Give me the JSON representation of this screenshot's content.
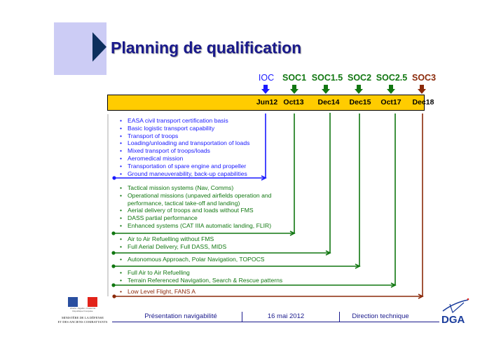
{
  "title": "Planning de qualification",
  "milestones": [
    {
      "label": "IOC",
      "date": "Jun12",
      "color": "#1a1aff"
    },
    {
      "label": "SOC1",
      "date": "Oct13",
      "color": "#117711"
    },
    {
      "label": "SOC1.5",
      "date": "Dec14",
      "color": "#117711"
    },
    {
      "label": "SOC2",
      "date": "Dec15",
      "color": "#117711"
    },
    {
      "label": "SOC2.5",
      "date": "Oct17",
      "color": "#117711"
    },
    {
      "label": "SOC3",
      "date": "Dec18",
      "color": "#8b2a0a"
    }
  ],
  "groups": [
    {
      "milestone": "IOC",
      "items": [
        "EASA civil transport certification basis",
        "Basic logistic transport capability",
        "Transport of troops",
        "Loading/unloading and transportation of loads",
        "Mixed transport of troops/loads",
        "Aeromedical mission",
        "Transportation of spare engine and propeller",
        "Ground maneuverability, back-up capabilities"
      ]
    },
    {
      "milestone": "SOC1",
      "items": [
        "Tactical mission systems (Nav, Comms)",
        "Operational missions (unpaved airfields operation and",
        "performance, tactical take-off and landing)",
        "Aerial delivery of troops and loads without FMS",
        "DASS partial performance",
        "Enhanced systems (CAT IIIA automatic landing, FLIR)"
      ]
    },
    {
      "milestone": "SOC1.5",
      "items": [
        "Air to Air Refuelling without FMS",
        "Full Aerial Delivery, Full DASS, MIDS"
      ]
    },
    {
      "milestone": "SOC2",
      "items": [
        "Autonomous Approach, Polar Navigation, TOPOCS"
      ]
    },
    {
      "milestone": "SOC2.5",
      "items": [
        "Full Air to Air Refuelling",
        "Terrain Referenced Navigation, Search & Rescue patterns"
      ]
    },
    {
      "milestone": "SOC3",
      "items": [
        "Low Level Flight, FANS A"
      ]
    }
  ],
  "footer": {
    "presentation": "Présentation navigabilité",
    "date": "16 mai 2012",
    "direction": "Direction technique",
    "ministry_motto": "Liberté • Égalité • Fraternité",
    "ministry_republic": "République Française",
    "ministry_name_1": "MINISTÈRE DE LA DÉFENSE",
    "ministry_name_2": "ET DES ANCIENS COMBATTANTS",
    "dga_logo": "DGA"
  }
}
